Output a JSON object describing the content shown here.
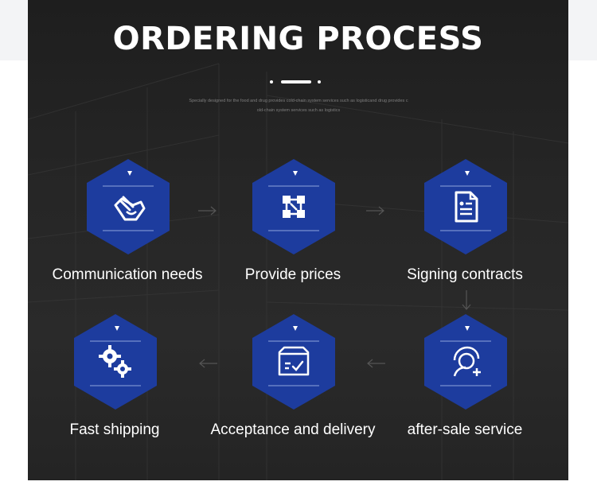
{
  "header": {
    "title": "ORDERING PROCESS",
    "subtitle_line1": "Specially designed for the food and drug provides cold-chain system services such as logisticand drug provides c",
    "subtitle_line2": "old-chain system services such as logistics"
  },
  "steps": [
    {
      "label": "Communication needs",
      "icon": "handshake-icon"
    },
    {
      "label": "Provide prices",
      "icon": "network-nodes-icon"
    },
    {
      "label": "Signing contracts",
      "icon": "document-icon"
    },
    {
      "label": "Fast shipping",
      "icon": "gears-icon"
    },
    {
      "label": "Acceptance and delivery",
      "icon": "box-check-icon"
    },
    {
      "label": "after-sale service",
      "icon": "headset-agent-icon"
    }
  ],
  "colors": {
    "panel_bg": "#232323",
    "hex_fill": "#1d3c9e",
    "text": "#ffffff",
    "arrow": "#5a5a5a"
  }
}
